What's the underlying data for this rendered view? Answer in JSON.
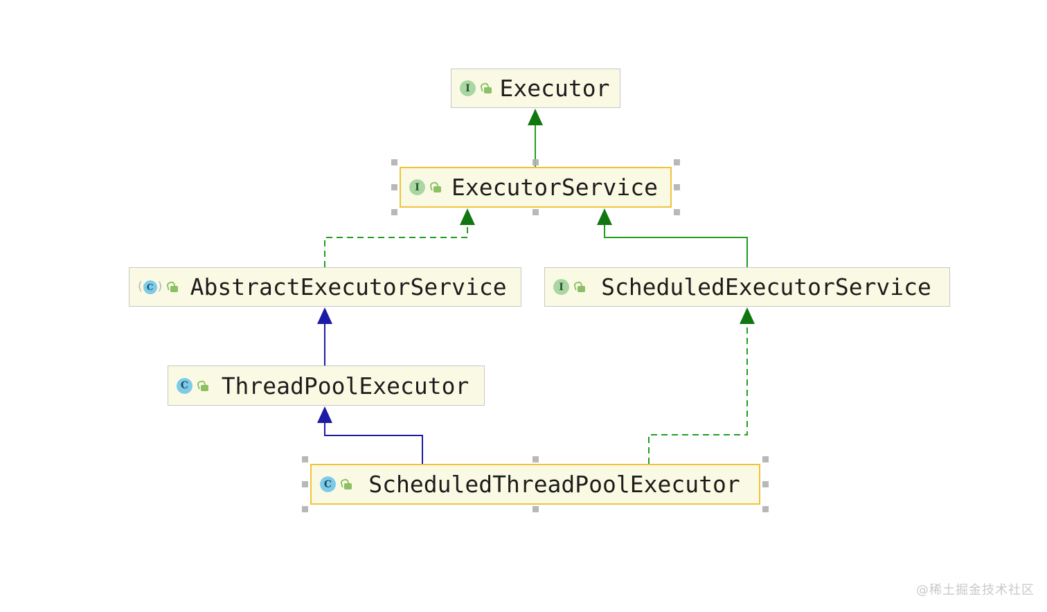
{
  "diagram": {
    "nodes": [
      {
        "id": "executor",
        "label": "Executor",
        "kind": "interface",
        "selected": false
      },
      {
        "id": "executor-service",
        "label": "ExecutorService",
        "kind": "interface",
        "selected": true
      },
      {
        "id": "abstract-executor-service",
        "label": "AbstractExecutorService",
        "kind": "abstract-class",
        "selected": false
      },
      {
        "id": "scheduled-executor-service",
        "label": "ScheduledExecutorService",
        "kind": "interface",
        "selected": false
      },
      {
        "id": "thread-pool-executor",
        "label": "ThreadPoolExecutor",
        "kind": "class",
        "selected": false
      },
      {
        "id": "scheduled-thread-pool-executor",
        "label": "ScheduledThreadPoolExecutor",
        "kind": "class",
        "selected": true
      }
    ],
    "edges": [
      {
        "from": "ExecutorService",
        "to": "Executor",
        "relation": "extends-interface",
        "line": "solid-green"
      },
      {
        "from": "AbstractExecutorService",
        "to": "ExecutorService",
        "relation": "implements",
        "line": "dashed-green"
      },
      {
        "from": "ScheduledExecutorService",
        "to": "ExecutorService",
        "relation": "extends-interface",
        "line": "solid-green"
      },
      {
        "from": "ThreadPoolExecutor",
        "to": "AbstractExecutorService",
        "relation": "extends-class",
        "line": "solid-blue"
      },
      {
        "from": "ScheduledThreadPoolExecutor",
        "to": "ThreadPoolExecutor",
        "relation": "extends-class",
        "line": "solid-blue"
      },
      {
        "from": "ScheduledThreadPoolExecutor",
        "to": "ScheduledExecutorService",
        "relation": "implements",
        "line": "dashed-green"
      }
    ],
    "icons": {
      "interface_letter": "I",
      "class_letter": "C"
    }
  },
  "colors": {
    "node-bg": "#fafae4",
    "node-border": "#c6c6c6",
    "selected-border": "#f0c23a",
    "handle": "#b0b0b0",
    "edge-green": "#1f9e1f",
    "arrow-green": "#117611",
    "edge-blue": "#1b1ba6",
    "interface-icon": "#a9d6a2",
    "class-icon": "#7ecbe9",
    "lock-icon": "#8cbf66",
    "text": "#1c1c1c",
    "watermark": "#c9c9c9"
  },
  "watermark": {
    "text": "@稀土掘金技术社区"
  }
}
